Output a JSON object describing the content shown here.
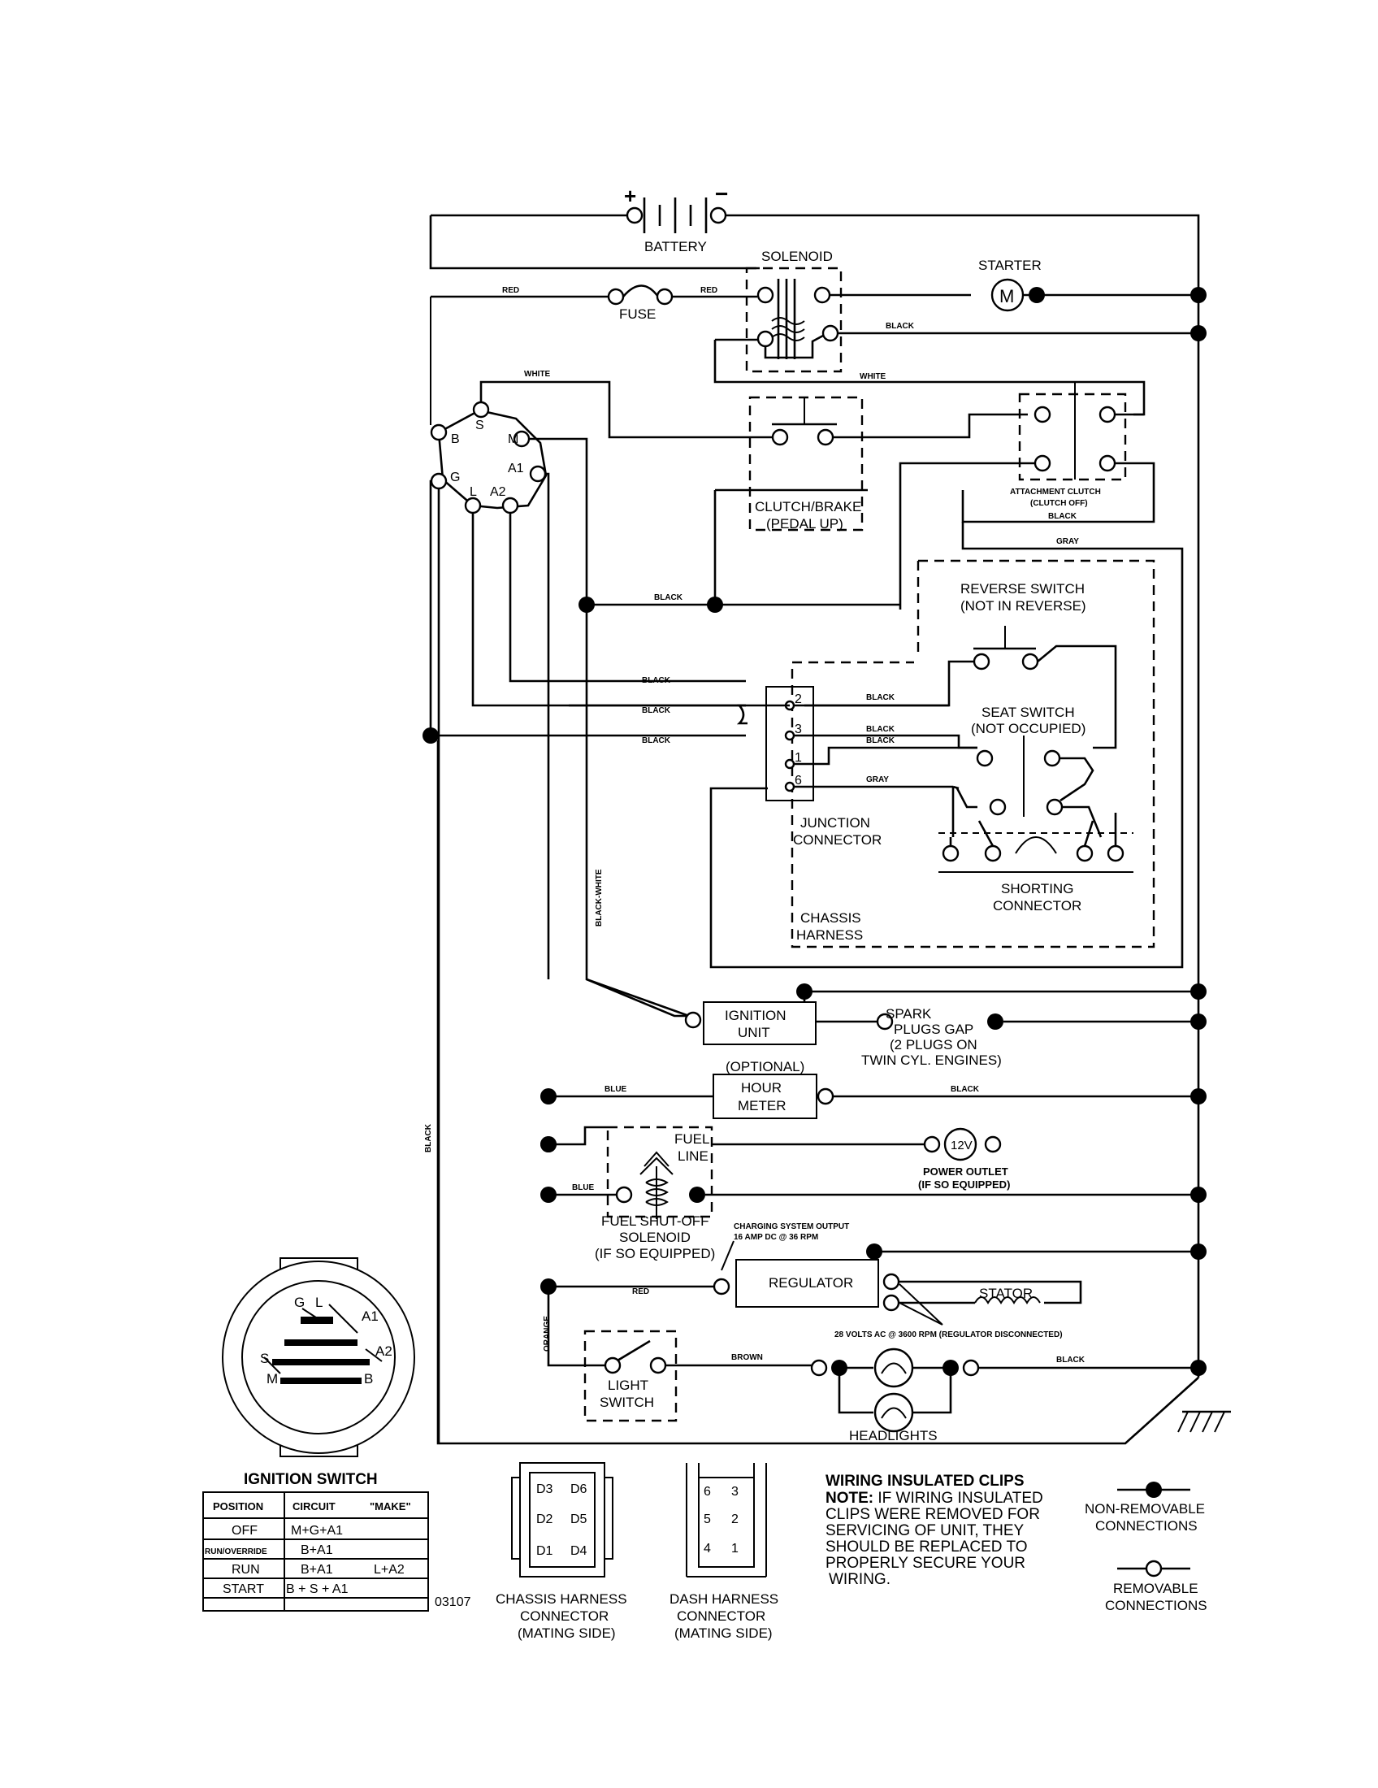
{
  "battery": {
    "label": "BATTERY",
    "plus": "+",
    "minus": "−"
  },
  "solenoid": {
    "label": "SOLENOID"
  },
  "starter": {
    "label": "STARTER",
    "symbol": "M"
  },
  "fuse": {
    "label": "FUSE"
  },
  "ignition_terminals": {
    "B": "B",
    "S": "S",
    "M": "M",
    "A1": "A1",
    "G": "G",
    "L": "L",
    "A2": "A2"
  },
  "clutch_brake": {
    "line1": "CLUTCH/BRAKE",
    "line2": "(PEDAL UP)"
  },
  "attachment_clutch": {
    "line1": "ATTACHMENT CLUTCH",
    "line2": "(CLUTCH OFF)"
  },
  "reverse_switch": {
    "line1": "REVERSE SWITCH",
    "line2": "(NOT IN REVERSE)"
  },
  "seat_switch": {
    "line1": "SEAT SWITCH",
    "line2": "(NOT OCCUPIED)"
  },
  "junction_connector": {
    "line1": "JUNCTION",
    "line2": "CONNECTOR",
    "pins": [
      "2",
      "3",
      "1",
      "6"
    ]
  },
  "shorting_connector": {
    "line1": "SHORTING",
    "line2": "CONNECTOR"
  },
  "chassis_harness": {
    "line1": "CHASSIS",
    "line2": "HARNESS"
  },
  "ignition_unit": {
    "line1": "IGNITION",
    "line2": "UNIT"
  },
  "spark_plugs": {
    "line1": "SPARK",
    "line2": "PLUGS GAP",
    "line3": "(2 PLUGS ON",
    "line4": "TWIN CYL. ENGINES)"
  },
  "hour_meter": {
    "optional": "(OPTIONAL)",
    "line1": "HOUR",
    "line2": "METER"
  },
  "fuel_line": {
    "line1": "FUEL",
    "line2": "LINE"
  },
  "power_outlet": {
    "symbol": "12V",
    "line1": "POWER OUTLET",
    "line2": "(IF SO EQUIPPED)"
  },
  "fuel_shutoff": {
    "line1": "FUEL SHUT-OFF",
    "line2": "SOLENOID",
    "line3": "(IF SO EQUIPPED)"
  },
  "charging": {
    "line1": "CHARGING SYSTEM OUTPUT",
    "line2": "16 AMP DC @ 36 RPM"
  },
  "regulator": {
    "label": "REGULATOR"
  },
  "stator": {
    "label": "STATOR",
    "note": "28 VOLTS AC @ 3600 RPM (REGULATOR DISCONNECTED)"
  },
  "light_switch": {
    "line1": "LIGHT",
    "line2": "SWITCH"
  },
  "headlights": {
    "label": "HEADLIGHTS"
  },
  "wires": {
    "red": "RED",
    "black": "BLACK",
    "white": "WHITE",
    "gray": "GRAY",
    "blue": "BLUE",
    "brown": "BROWN",
    "orange": "ORANGE",
    "black_white": "BLACK-WHITE"
  },
  "ignition_switch": {
    "title": "IGNITION SWITCH",
    "face_labels": {
      "G": "G",
      "L": "L",
      "A1": "A1",
      "A2": "A2",
      "S": "S",
      "M": "M",
      "B": "B"
    },
    "table": {
      "headers": [
        "POSITION",
        "CIRCUIT",
        "\"MAKE\""
      ],
      "rows": [
        {
          "position": "OFF",
          "circuit": "M+G+A1",
          "make": ""
        },
        {
          "position": "RUN/OVERRIDE",
          "circuit": "B+A1",
          "make": ""
        },
        {
          "position": "RUN",
          "circuit": "B+A1",
          "make": "L+A2"
        },
        {
          "position": "START",
          "circuit": "B + S + A1",
          "make": ""
        }
      ]
    },
    "code": "03107"
  },
  "chassis_connector": {
    "line1": "CHASSIS HARNESS",
    "line2": "CONNECTOR",
    "line3": "(MATING SIDE)",
    "pins": [
      "D3",
      "D6",
      "D2",
      "D5",
      "D1",
      "D4"
    ]
  },
  "dash_connector": {
    "line1": "DASH HARNESS",
    "line2": "CONNECTOR",
    "line3": "(MATING SIDE)",
    "pins": [
      "6",
      "3",
      "5",
      "2",
      "4",
      "1"
    ]
  },
  "clips_note": {
    "title": "WIRING INSULATED CLIPS",
    "prefix": "NOTE:",
    "lines": [
      "IF WIRING INSULATED",
      "CLIPS WERE REMOVED FOR",
      "SERVICING OF UNIT, THEY",
      "SHOULD BE REPLACED TO",
      "PROPERLY SECURE YOUR",
      "WIRING."
    ]
  },
  "legend": {
    "non_removable": {
      "line1": "NON-REMOVABLE",
      "line2": "CONNECTIONS"
    },
    "removable": {
      "line1": "REMOVABLE",
      "line2": "CONNECTIONS"
    }
  }
}
